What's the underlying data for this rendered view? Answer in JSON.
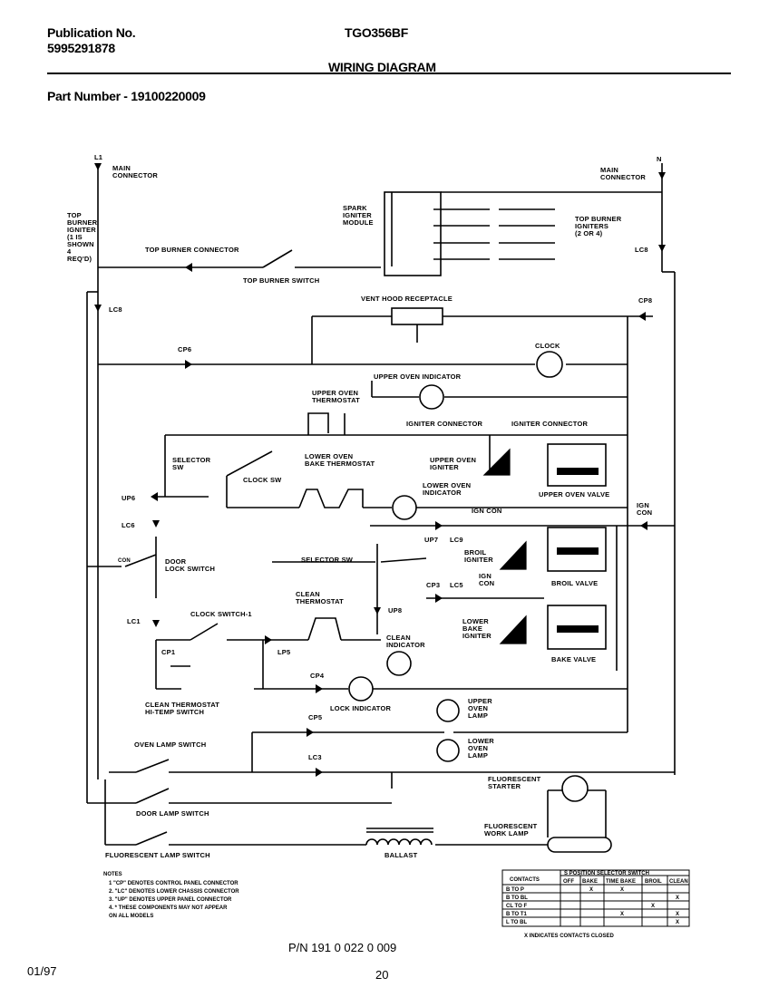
{
  "header": {
    "publication_label": "Publication No.",
    "publication_number": "5995291878",
    "model": "TGO356BF",
    "section_title": "WIRING DIAGRAM",
    "part_number": "Part Number - 19100220009"
  },
  "diagram": {
    "terminals": {
      "l1": "L1",
      "n": "N"
    },
    "labels": {
      "main_connector_left": "MAIN\nCONNECTOR",
      "main_connector_right": "MAIN\nCONNECTOR",
      "top_burner_igniter_note": "TOP\nBURNER\nIGNITER\n(1 IS\nSHOWN\n4\nREQ'D)",
      "spark_igniter_module": "SPARK\nIGNITER\nMODULE",
      "top_burner_igniters": "TOP BURNER\nIGNITERS\n(2 OR 4)",
      "top_burner_connector": "TOP BURNER CONNECTOR",
      "top_burner_switch": "TOP BURNER SWITCH",
      "lc8_right": "LC8",
      "lc8_left": "LC8",
      "vent_hood_receptacle": "VENT HOOD RECEPTACLE",
      "cp8": "CP8",
      "cp6": "CP6",
      "clock": "CLOCK",
      "upper_oven_indicator": "UPPER OVEN INDICATOR",
      "upper_oven_thermostat": "UPPER OVEN\nTHERMOSTAT",
      "igniter_connector_1": "IGNITER CONNECTOR",
      "igniter_connector_2": "IGNITER CONNECTOR",
      "selector_sw_top": "SELECTOR\nSW",
      "clock_sw": "CLOCK SW",
      "lower_oven_bake_thermostat": "LOWER OVEN\nBAKE THERMOSTAT",
      "upper_oven_igniter": "UPPER OVEN\nIGNITER",
      "upper_oven_valve": "UPPER OVEN VALVE",
      "up6": "UP6",
      "lower_oven_indicator": "LOWER OVEN\nINDICATOR",
      "lc6": "LC6",
      "ign_con_1": "IGN CON",
      "ign_con_right": "IGN\nCON",
      "up7": "UP7",
      "lc9": "LC9",
      "broil_igniter": "BROIL\nIGNITER",
      "door_lock_switch": "DOOR\nLOCK SWITCH",
      "selector_sw_mid": "SELECTOR SW",
      "broil_valve": "BROIL VALVE",
      "cp3": "CP3",
      "lc5": "LC5",
      "ign_con_2": "IGN\nCON",
      "clean_thermostat": "CLEAN\nTHERMOSTAT",
      "up8": "UP8",
      "lower_bake_igniter": "LOWER\nBAKE\nIGNITER",
      "lc1": "LC1",
      "clock_switch_1": "CLOCK SWITCH-1",
      "cp1": "CP1",
      "lp5": "LP5",
      "clean_indicator": "CLEAN\nINDICATOR",
      "bake_valve": "BAKE VALVE",
      "clean_thermostat_hi_temp": "CLEAN  THERMOSTAT\nHI-TEMP SWITCH",
      "cp4": "CP4",
      "lock_indicator": "LOCK INDICATOR",
      "upper_oven_lamp": "UPPER\nOVEN\nLAMP",
      "cp5": "CP5",
      "oven_lamp_switch": "OVEN LAMP SWITCH",
      "lc3": "LC3",
      "lower_oven_lamp": "LOWER\nOVEN\nLAMP",
      "fluorescent_starter": "FLUORESCENT\nSTARTER",
      "door_lamp_switch": "DOOR LAMP SWITCH",
      "fluorescent_work_lamp": "FLUORESCENT\nWORK LAMP",
      "fluorescent_lamp_switch": "FLUORESCENT LAMP SWITCH",
      "ballast": "BALLAST",
      "con": "CON"
    },
    "notes": {
      "title": "NOTES",
      "lines": [
        "1  \"CP\" DENOTES CONTROL PANEL CONNECTOR",
        "2. \"LC\" DENOTES LOWER CHASSIS CONNECTOR",
        "3. \"UP\" DENOTES UPPER PANEL CONNECTOR",
        "4. * THESE COMPONENTS MAY NOT APPEAR",
        "   ON ALL MODELS"
      ]
    },
    "switch_table": {
      "title": "S  POSITION SELECTOR SWITCH",
      "row_header": "CONTACTS",
      "columns": [
        "OFF",
        "BAKE",
        "TIME BAKE",
        "BROIL",
        "CLEAN"
      ],
      "rows": [
        {
          "contact": "B TO P",
          "marks": [
            "",
            "X",
            "X",
            "",
            ""
          ]
        },
        {
          "contact": "B TO BL",
          "marks": [
            "",
            "",
            "",
            "",
            "X"
          ]
        },
        {
          "contact": "CL TO F",
          "marks": [
            "",
            "",
            "",
            "X",
            ""
          ]
        },
        {
          "contact": "B TO T1",
          "marks": [
            "",
            "",
            "X",
            "",
            "X"
          ]
        },
        {
          "contact": "L TO BL",
          "marks": [
            "",
            "",
            "",
            "",
            "X"
          ]
        }
      ],
      "footnote": "X  INDICATES CONTACTS CLOSED"
    }
  },
  "footer": {
    "pn": "P/N  191 0  022  0 009",
    "date": "01/97",
    "page": "20"
  }
}
